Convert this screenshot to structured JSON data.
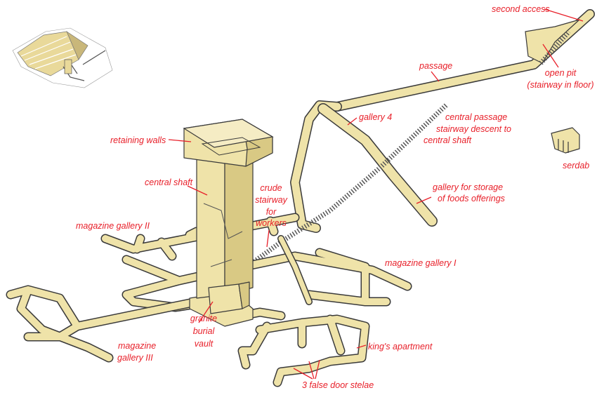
{
  "diagram": {
    "colors": {
      "structure": "#efe3a9",
      "shadow": "#d9c984",
      "label": "#e8202a",
      "outline": "#3a3a3a"
    },
    "labels": {
      "second_access": "second access",
      "open_pit": [
        "open pit",
        "(stairway in floor)"
      ],
      "passage": "passage",
      "gallery_4": "gallery 4",
      "central_passage": [
        "central passage",
        "stairway descent to",
        "central shaft"
      ],
      "serdab": "serdab",
      "retaining_walls": "retaining walls",
      "central_shaft": "central shaft",
      "crude_stairway": [
        "crude",
        "stairway",
        "for",
        "workers"
      ],
      "gallery_storage": [
        "gallery for storage",
        "of foods offerings"
      ],
      "magazine_gallery_2": "magazine gallery II",
      "magazine_gallery_1": "magazine gallery I",
      "granite_vault": [
        "granite",
        "burial",
        "vault"
      ],
      "magazine_gallery_3": [
        "magazine",
        "gallery III"
      ],
      "kings_apartment": "king's apartment",
      "false_door_stelae": "3 false door stelae"
    }
  }
}
